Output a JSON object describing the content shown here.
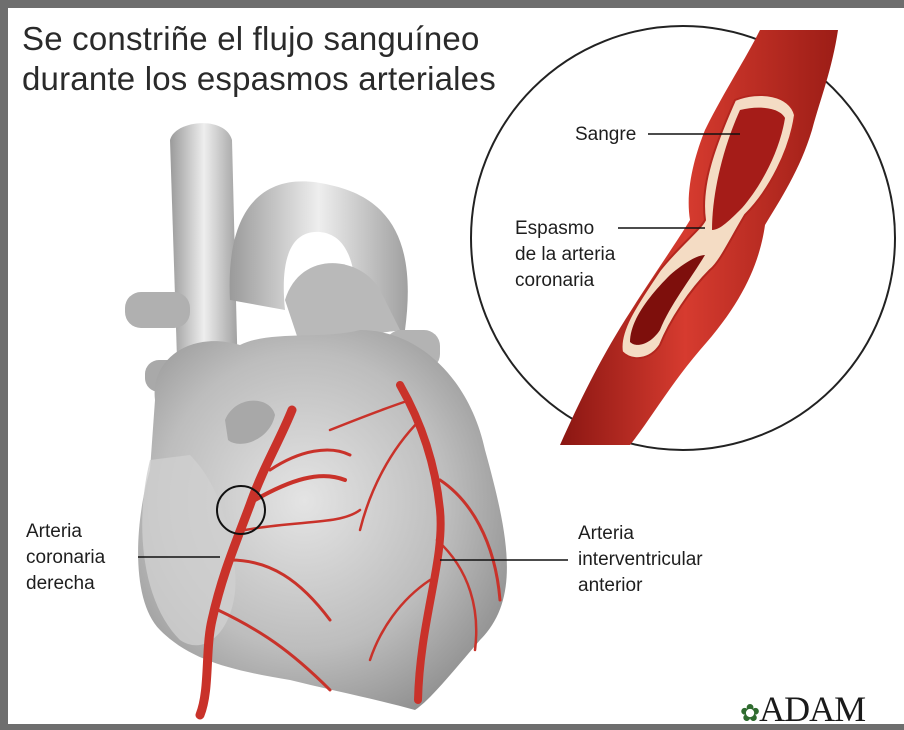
{
  "title": {
    "line1": "Se constriñe el flujo sanguíneo",
    "line2": "durante los espasmos arteriales"
  },
  "labels": {
    "sangre": "Sangre",
    "espasmo": [
      "Espasmo",
      "de la arteria",
      "coronaria"
    ],
    "derecha": [
      "Arteria",
      "coronaria",
      "derecha"
    ],
    "anterior": [
      "Arteria",
      "interventricular",
      "anterior"
    ]
  },
  "logo": "ADAM",
  "colors": {
    "artery": "#c9322a",
    "artery_dark": "#8a1612",
    "heart": "#c8c8c8",
    "frame": "#6e6e6e"
  }
}
